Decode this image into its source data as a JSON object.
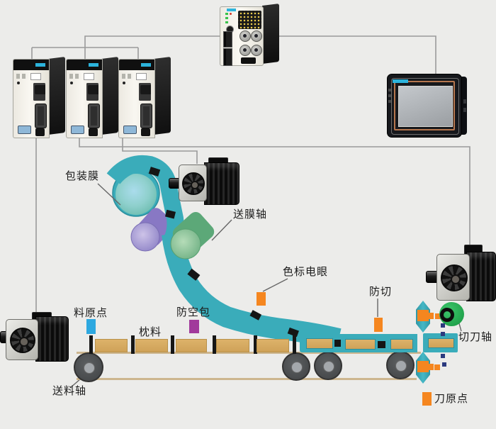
{
  "labels": {
    "packaging_film": "包装膜",
    "film_feed_axis": "送膜轴",
    "color_mark_sensor": "色标电眼",
    "anti_cut": "防切",
    "cutter_axis": "切刀轴",
    "material_origin": "料原点",
    "pillow_material": "枕料",
    "anti_empty_bag": "防空包",
    "material_feed_axis": "送料轴",
    "knife_origin": "刀原点"
  },
  "colors": {
    "film_teal": "#3aacba",
    "block_tan": "#d8ac62",
    "origin_blue": "#2da8e0",
    "anti_empty_purple": "#a13a9b",
    "sensor_orange": "#f5861f",
    "sync_navy": "#2b3a7e",
    "cutter_roller_green": "#1fae4e"
  },
  "components": {
    "controller": "motion-controller",
    "drives": [
      "servo-drive-1",
      "servo-drive-2",
      "servo-drive-3"
    ],
    "hmi": "hmi-touch-panel",
    "motors": [
      "film-feed-servo-motor",
      "material-feed-servo-motor",
      "cutter-servo-motor"
    ]
  }
}
